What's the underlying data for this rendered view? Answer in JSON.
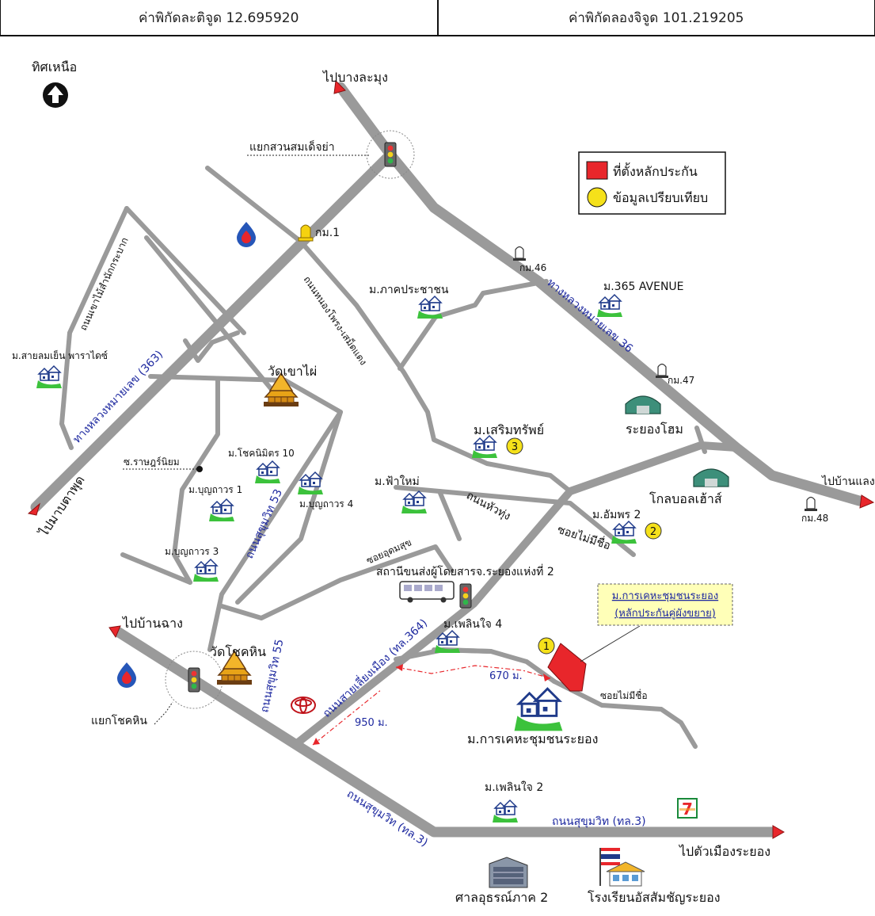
{
  "header": {
    "latitude_label": "ค่าพิกัดละติจูด 12.695920",
    "longitude_label": "ค่าพิกัดลองจิจูด 101.219205"
  },
  "north_label": "ทิศเหนือ",
  "legend": {
    "collateral_label": "ที่ตั้งหลักประกัน",
    "comparison_label": "ข้อมูลเปรียบเทียบ",
    "collateral_color": "#e8262b",
    "comparison_color": "#f5e11a"
  },
  "directions": {
    "to_bang_lamung": "ไปบางละมุง",
    "to_map_ta_phut": "ไปมาบตาพุด",
    "to_ban_chang": "ไปบ้านฉาง",
    "to_ban_laeng": "ไปบ้านแลง",
    "to_rayong_city": "ไปตัวเมืองระยอง"
  },
  "roads": {
    "hw36": "ทางหลวงหมายเลข 36",
    "hw363": "ทางหลวงหมายเลข (363)",
    "khao_mai": "ถนนเขาไม้สำนักกระบาก",
    "nong_phrong": "ถนนหนองโพรง-เสม็ดแดง",
    "sukhumvit53": "ถนนสุขุมวิท 53",
    "sukhumvit55": "ถนนสุขุมวิท 55",
    "sai_liang": "ถนนสายเลี่ยงเมือง (ทล.364)",
    "hua_thung": "ถนนหัวทุ่ง",
    "soi_no_name_1": "ซอยไม่มีชื่อ",
    "soi_no_name_2": "ซอยไม่มีชื่อ",
    "soi_udom": "ซอยอุดมสุข",
    "sukhumvit_diag": "ถนนสุขุมวิท (ทล.3)",
    "sukhumvit_h": "ถนนสุขุมวิท (ทล.3)",
    "soi_ratsadon": "ซ.ราษฎร์นิยม"
  },
  "intersections": {
    "suan_somdet": "แยกสวนสมเด็จย่า",
    "chok_hin": "แยกโชคหิน"
  },
  "km_markers": {
    "km1": "กม.1",
    "km46": "กม.46",
    "km47": "กม.47",
    "km48": "กม.48"
  },
  "places": {
    "wat_khao_phai": "วัดเขาไผ่",
    "wat_chok_hin": "วัดโชคหิน",
    "m_phak": "ม.ภาคประชาชน",
    "m_365": "ม.365  AVENUE",
    "m_sai_lom": "ม.สายลมเย็น พาราไดซ์",
    "m_chok_nimit": "ม.โชคนิมิตร 10",
    "m_bun1": "ม.บุญถาวร 1",
    "m_bun4": "ม.บุญถาวร 4",
    "m_bun3": "ม.บุญถาวร 3",
    "m_sermsap": "ม.เสริมทรัพย์",
    "rayong_home": "ระยองโฮม",
    "global_house": "โกลบอลเฮ้าส์",
    "m_fa_mai": "ม.ฟ้าใหม่",
    "m_amphon": "ม.อัมพร 2",
    "bus_station": "สถานีขนส่งผู้โดยสารจ.ระยองแห่งที่ 2",
    "m_phloen4": "ม.เพลินใจ 4",
    "m_kheha": "ม.การเคหะชุมชนระยอง",
    "m_phloen2": "ม.เพลินใจ 2",
    "court": "ศาลอุธรณ์ภาค 2",
    "school": "โรงเรียนอัสสัมชัญระยอง"
  },
  "callout": {
    "line1": "ม.การเคหะชุมชนระยอง",
    "line2": "(หลักประกันคู่ผังขยาย)"
  },
  "distances": {
    "d670": "670 ม.",
    "d950": "950 ม."
  },
  "markers": {
    "m1": "1",
    "m2": "2",
    "m3": "3"
  },
  "icons": {
    "store_logo": "7"
  }
}
